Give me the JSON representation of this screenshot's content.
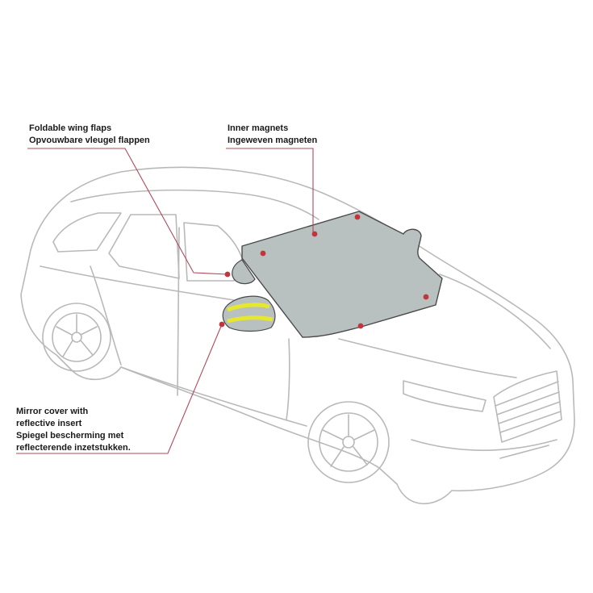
{
  "callouts": {
    "wing_flaps": {
      "line1": "Foldable wing flaps",
      "line2": "Opvouwbare vleugel flappen"
    },
    "inner_magnets": {
      "line1": "Inner magnets",
      "line2": "Ingeweven magneten"
    },
    "mirror_cover": {
      "line1": "Mirror cover with",
      "line2": "reflective insert",
      "line3": "Spiegel bescherming met",
      "line4": "reflecterende inzetstukken."
    }
  },
  "colors": {
    "car_outline": "#b9b9b9",
    "car_fill": "#ffffff",
    "cover_fill": "#b8c0c0",
    "cover_outline": "#4a4a4a",
    "marker": "#c4343b",
    "leader_line": "#b0495a",
    "reflective_stripe": "#e6e830"
  }
}
